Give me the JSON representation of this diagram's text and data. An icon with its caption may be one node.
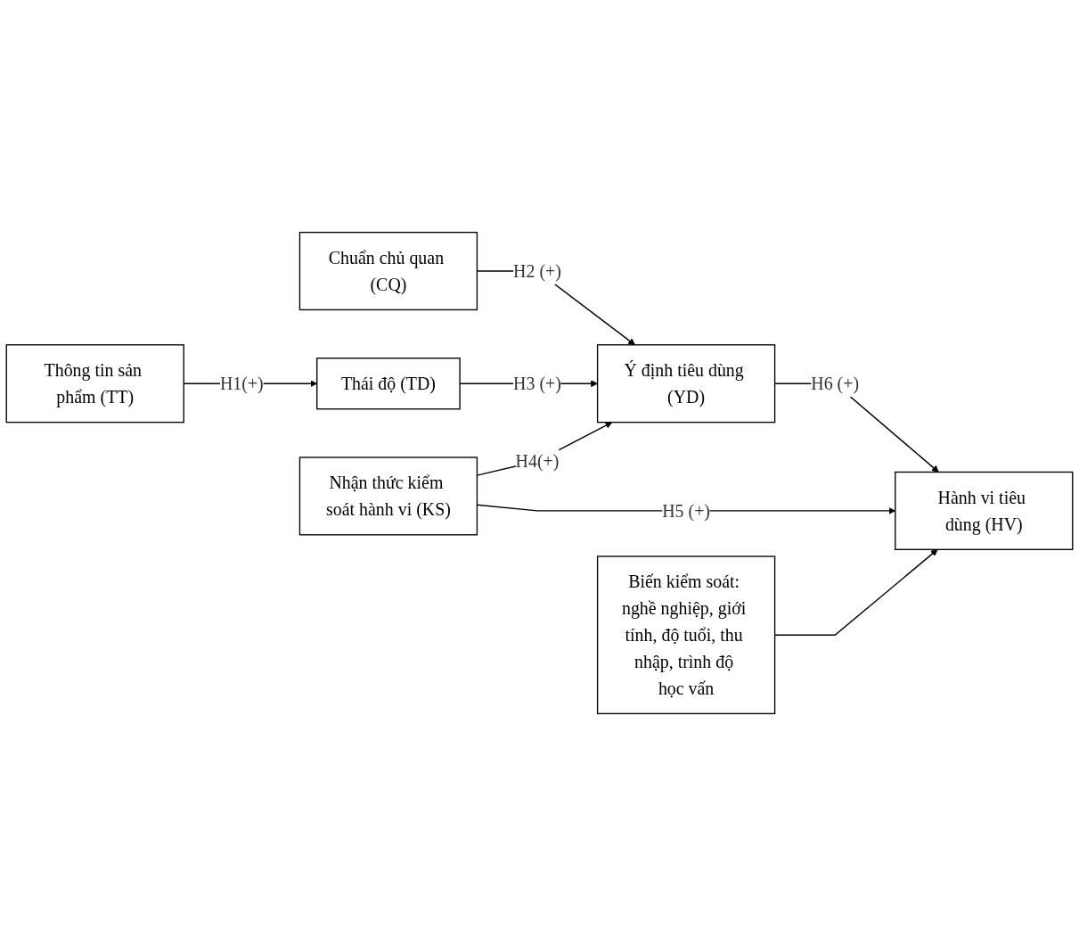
{
  "diagram": {
    "nodes": [
      {
        "text": [
          "Chuẩn chủ quan (CQ)"
        ]
      },
      {
        "text": [
          "Thông tin sản phẩm (TT)"
        ]
      },
      {
        "text": [
          "Thái độ (TD)"
        ]
      },
      {
        "text": [
          "Ý định tiêu dùng (YD)"
        ]
      },
      {
        "text": [
          "Hành vi tiêu dùng (HV)"
        ]
      },
      {
        "text": [
          "Nhận thức kiểm soát hành vi (KS)"
        ]
      },
      {
        "text": [
          "Biến kiểm soát: nghề nghiệp, giới tính, độ tuổi, thu nhập, trình độ học vấn"
        ]
      }
    ],
    "edges": [
      {
        "from": 1,
        "to": 2,
        "arrow": "to",
        "label": "H1(+)"
      },
      {
        "from": 0,
        "to": 3,
        "arrow": "to",
        "label": "H2 (+)"
      },
      {
        "from": 2,
        "to": 3,
        "arrow": "to",
        "label": "H3 (+)"
      },
      {
        "from": 3,
        "to": 4,
        "arrow": "to",
        "label": "H6 (+)"
      },
      {
        "from": 5,
        "to": 3,
        "arrow": "to",
        "label": "H4(+)"
      },
      {
        "from": 5,
        "to": 4,
        "arrow": "to",
        "label": "H5 (+)"
      },
      {
        "from": 6,
        "to": 4,
        "arrow": "to"
      }
    ]
  }
}
